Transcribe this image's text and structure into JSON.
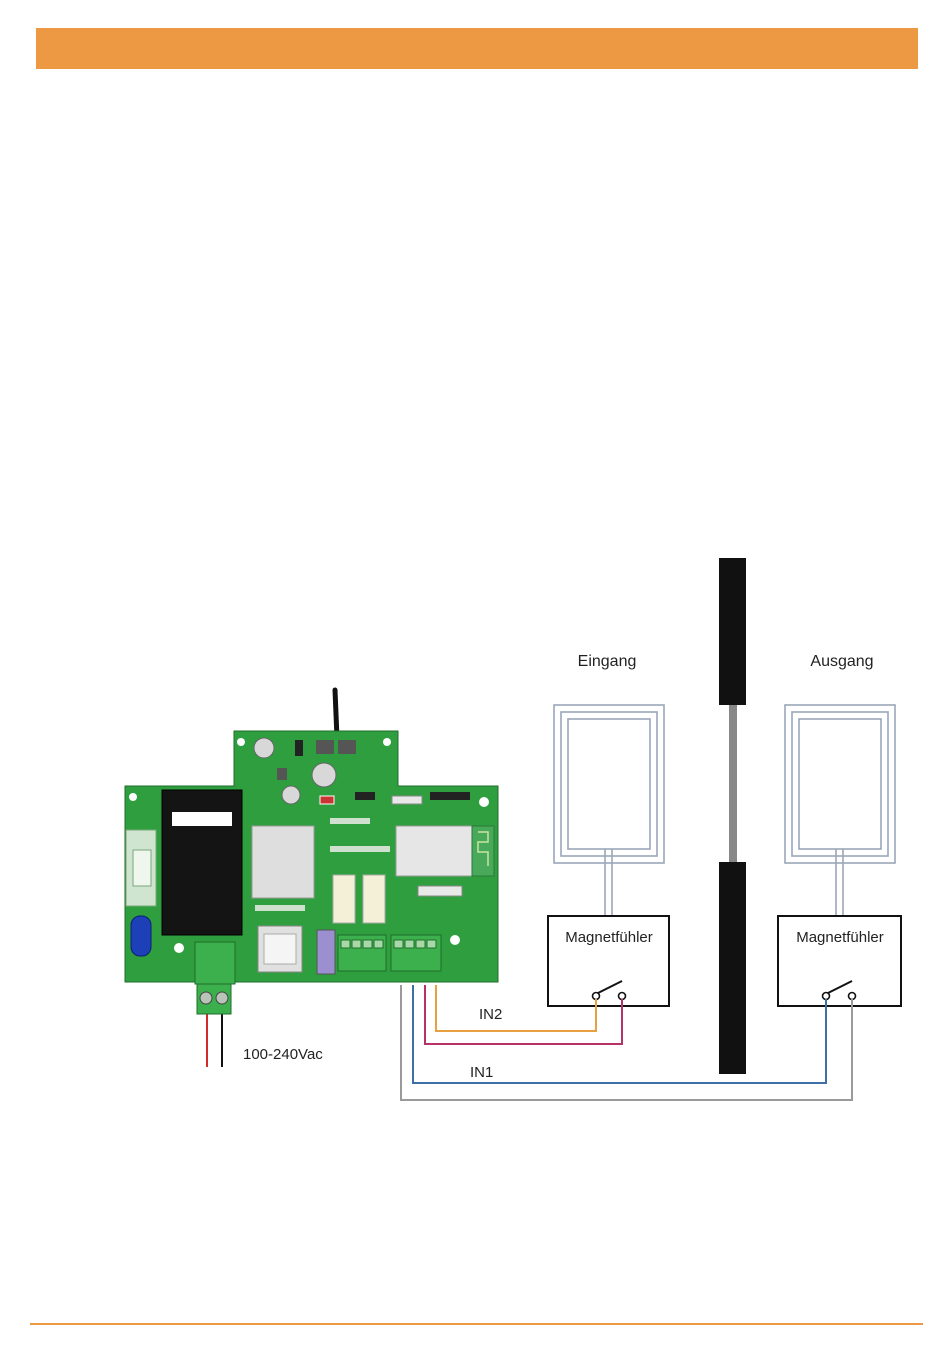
{
  "colors": {
    "accent": "#ED9842",
    "pcb_green": "#2E9E3E",
    "wire_orange": "#E8A040",
    "wire_magenta": "#B8326A",
    "wire_blue": "#3E6FA6",
    "wire_grey": "#9A9A9A",
    "wire_red": "#D42A2A"
  },
  "diagram": {
    "labels": {
      "eingang": "Eingang",
      "ausgang": "Ausgang",
      "sensor_left": "Magnetfühler",
      "sensor_right": "Magnetfühler",
      "in2": "IN2",
      "in1": "IN1",
      "power": "100-240Vac"
    }
  }
}
